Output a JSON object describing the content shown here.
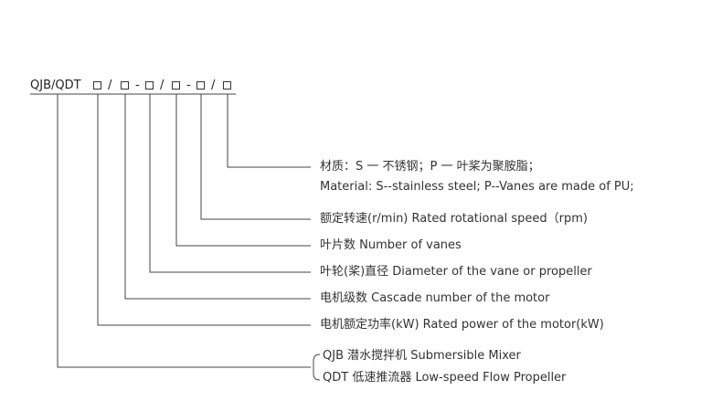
{
  "code": {
    "prefix": "QJB/QDT",
    "separators": [
      "/",
      "-",
      "/",
      "-",
      "/"
    ]
  },
  "labels": {
    "material_cn": "材质：S 一 不锈钢；P 一 叶桨为聚胺脂；",
    "material_en": "Material: S--stainless steel; P--Vanes are made of PU;",
    "speed": "额定转速(r/min)  Rated rotational speed（rpm)",
    "vanes": "叶片数  Number of vanes",
    "diameter": "叶轮(桨)直径  Diameter of the vane or propeller",
    "cascade": "电机级数  Cascade number of the motor",
    "power": "电机额定功率(kW)  Rated power of the motor(kW)",
    "qjb": "QJB   潜水搅拌机  Submersible Mixer",
    "qdt": "QDT   低速推流器  Low-speed Flow Propeller"
  },
  "colors": {
    "line": "#444444",
    "text": "#333333"
  }
}
